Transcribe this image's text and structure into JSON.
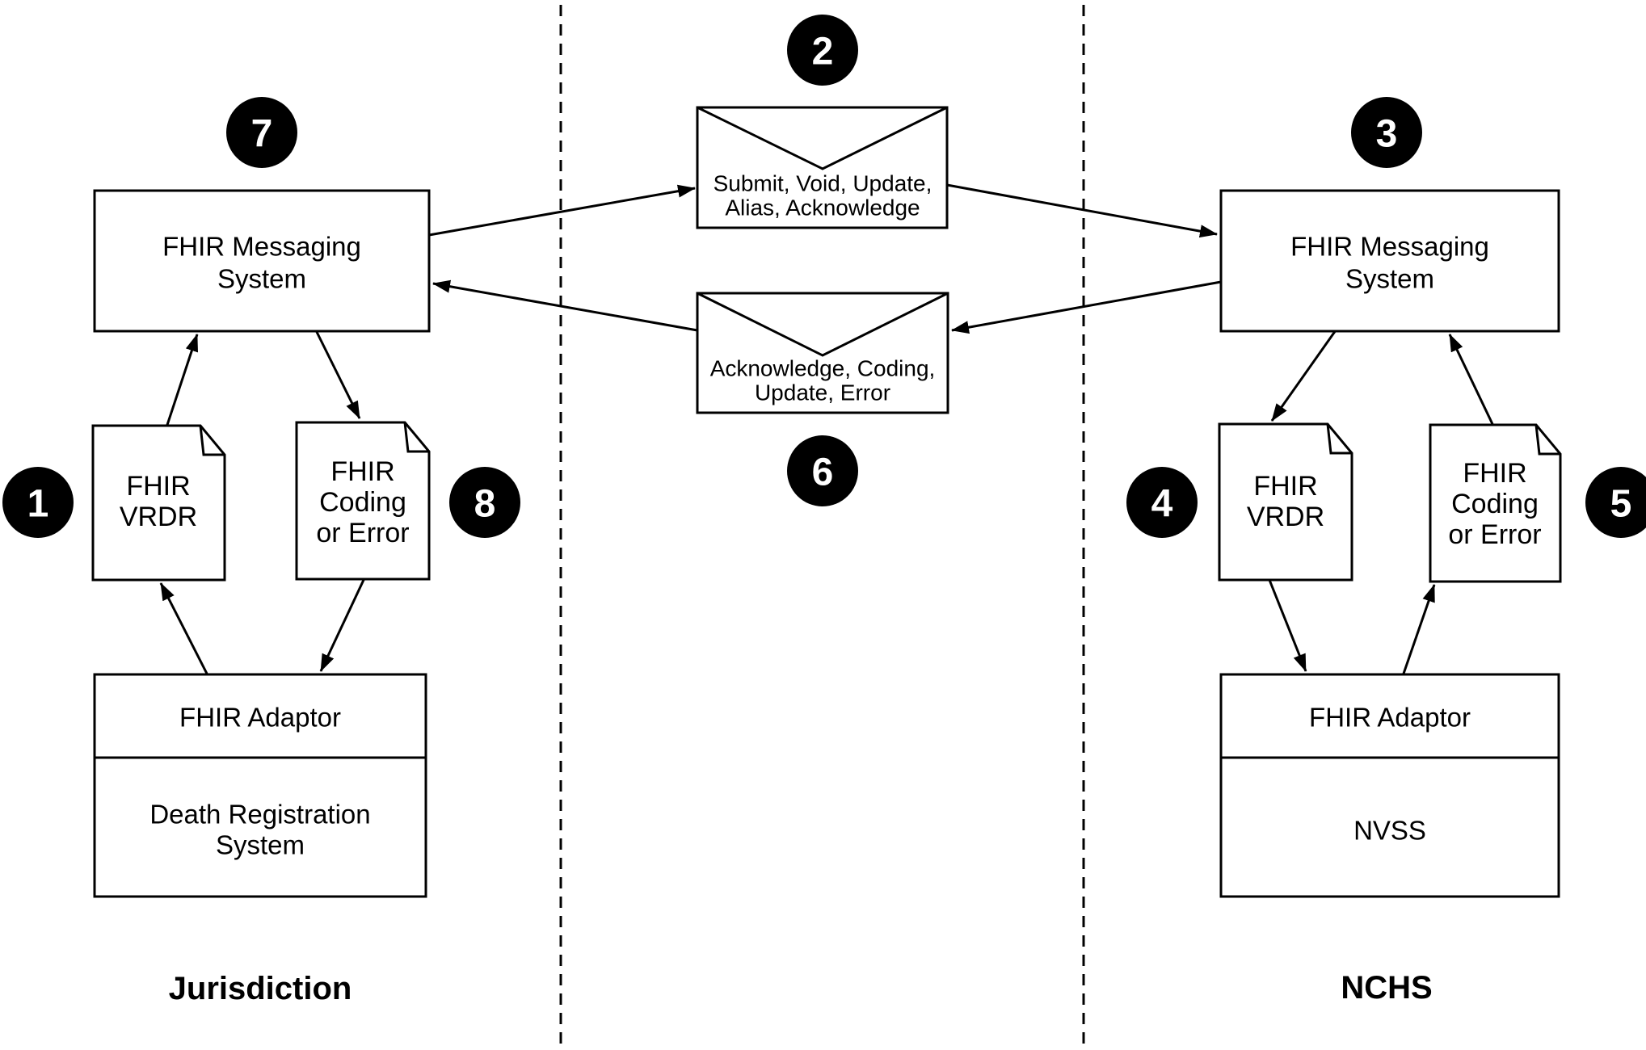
{
  "regions": {
    "left_label": "Jurisdiction",
    "right_label": "NCHS"
  },
  "steps": {
    "n1": "1",
    "n2": "2",
    "n3": "3",
    "n4": "4",
    "n5": "5",
    "n6": "6",
    "n7": "7",
    "n8": "8"
  },
  "messaging_system": {
    "line1": "FHIR Messaging",
    "line2": "System"
  },
  "vrdr_doc": {
    "line1": "FHIR",
    "line2": "VRDR"
  },
  "coding_doc": {
    "line1": "FHIR",
    "line2": "Coding",
    "line3": "or Error"
  },
  "adaptor": {
    "label": "FHIR Adaptor"
  },
  "jurisdiction_system": {
    "line1": "Death Registration",
    "line2": "System"
  },
  "nchs_system": {
    "label": "NVSS"
  },
  "envelope_submit": {
    "line1": "Submit, Void, Update,",
    "line2": "Alias, Acknowledge"
  },
  "envelope_ack": {
    "line1": "Acknowledge, Coding,",
    "line2": "Update, Error"
  },
  "colors": {
    "ink": "#000000",
    "paper": "#ffffff",
    "step_fill": "#000000",
    "step_text": "#ffffff"
  }
}
